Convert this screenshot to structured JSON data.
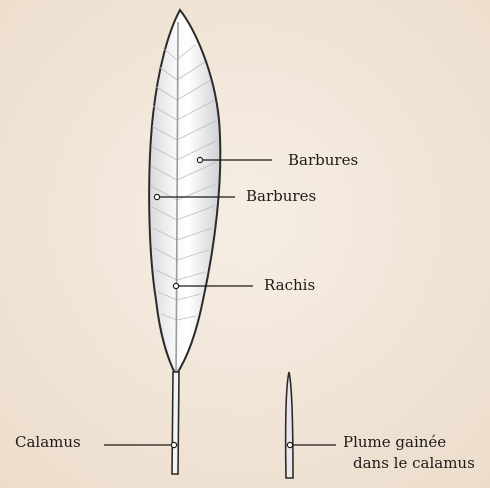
{
  "labels": {
    "barbules_1": "Barbures",
    "barbules_2": "Barbures",
    "rachis": "Rachis",
    "calamus": "Calamus",
    "sheathed_line1": "Plume gainée",
    "sheathed_line2": "dans le calamus"
  },
  "colors": {
    "background": "#f3e9dd",
    "feather_fill": "#f2f2f3",
    "outline": "#2b2b2b",
    "leader_line": "#1d1a17"
  }
}
